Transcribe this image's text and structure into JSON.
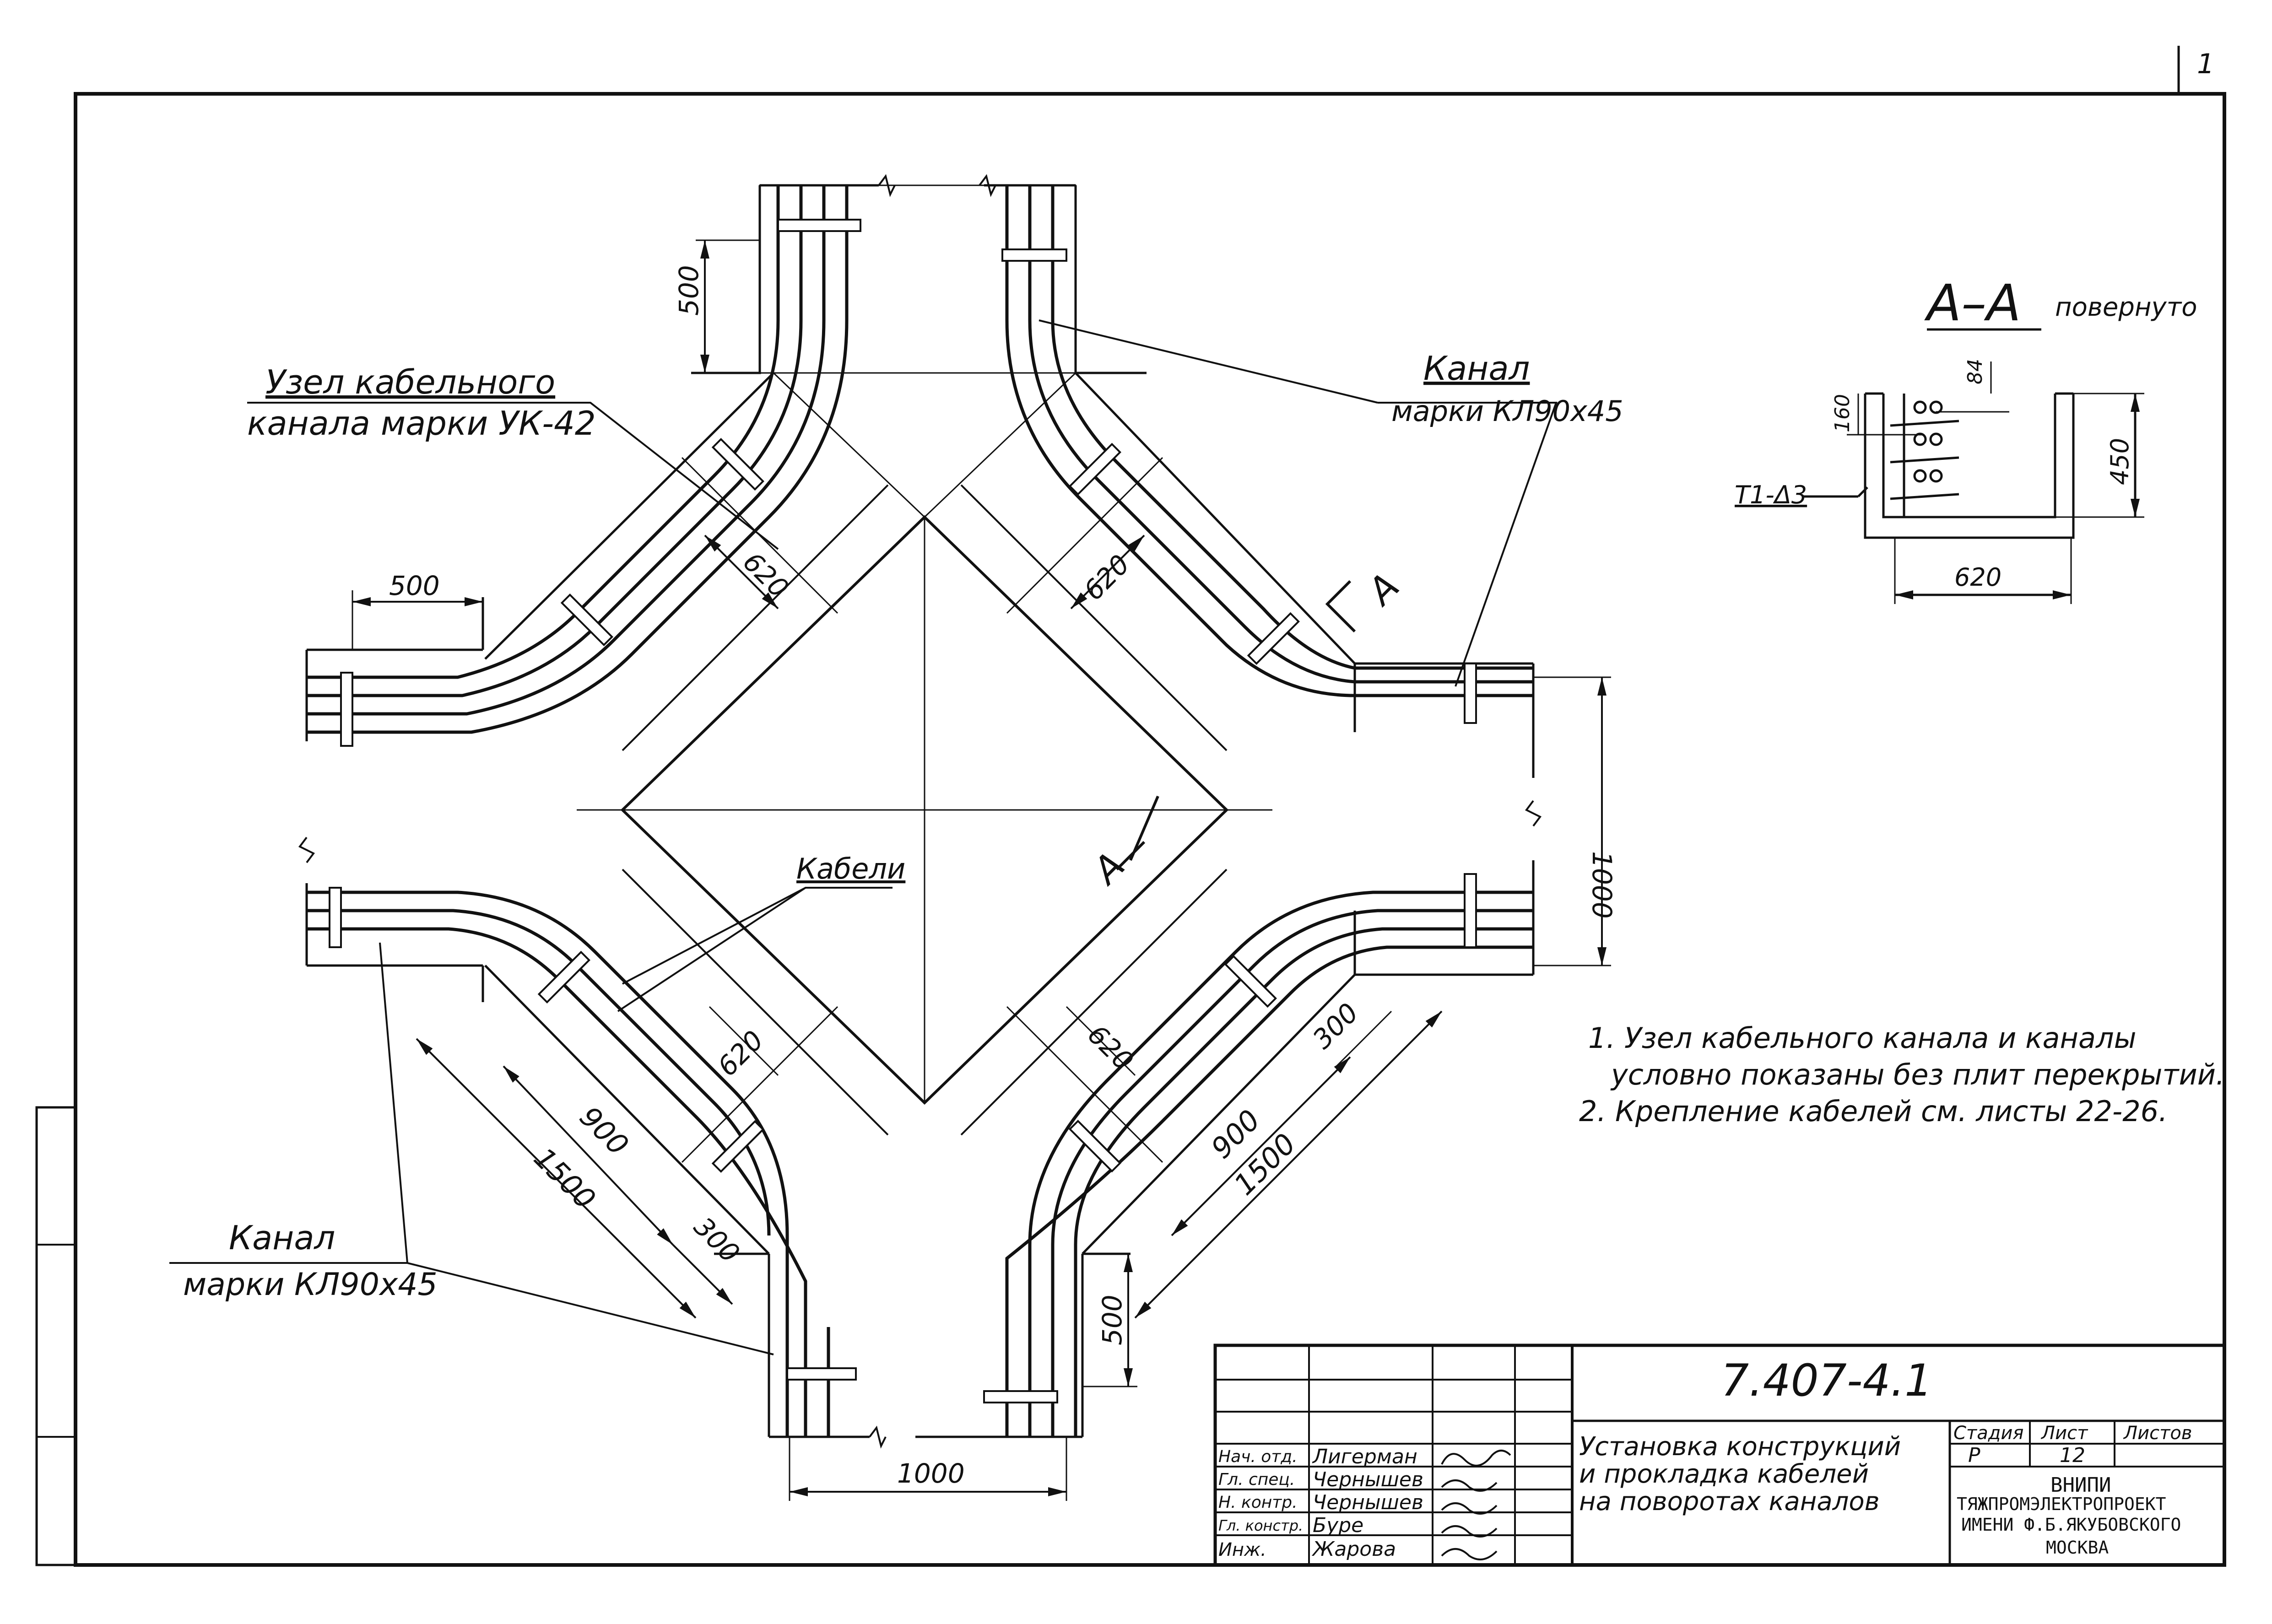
{
  "sheet_corner_number": "1",
  "labels": {
    "node_title_line1": "Узел кабельного",
    "node_title_line2": "канала марки УК-42",
    "channel_tr_line1": "Канал",
    "channel_tr_line2": "марки КЛ90х45",
    "channel_bl_line1": "Канал",
    "channel_bl_line2": "марки КЛ90х45",
    "cables": "Кабели",
    "section_mark": "А",
    "section_title": "А–А",
    "section_rotated": "повернуто"
  },
  "dimensions": {
    "top_500": "500",
    "left_500": "500",
    "right_1000": "1000",
    "bottom_1000": "1000",
    "bottom_500": "500",
    "diag_620_a": "620",
    "diag_620_b": "620",
    "diag_620_c": "620",
    "diag_620_d": "620",
    "bl_900": "900",
    "bl_1500": "1500",
    "bl_300": "300",
    "br_900": "900",
    "br_1500": "1500",
    "br_300": "300",
    "sec_84": "84",
    "sec_160": "160",
    "sec_450": "450",
    "sec_620": "620",
    "sec_mark": "Т1-Δ3"
  },
  "notes": [
    "1. Узел кабельного канала и каналы",
    "условно показаны без плит перекрытий.",
    "2. Крепление кабелей см. листы 22-26."
  ],
  "title_block": {
    "doc_number": "7.407-4.1",
    "title_line1": "Установка конструкций",
    "title_line2": "и прокладка кабелей",
    "title_line3": "на поворотах каналов",
    "stage_header": "Стадия",
    "sheet_header": "Лист",
    "sheets_header": "Листов",
    "stage_value": "Р",
    "sheet_value": "12",
    "sheets_value": "",
    "org_line1": "ВНИПИ",
    "org_line2": "ТЯЖПРОМЭЛЕКТРОПРОЕКТ",
    "org_line3": "ИМЕНИ Ф.Б.ЯКУБОВСКОГО",
    "org_line4": "МОСКВА",
    "roles": [
      {
        "role": "Нач. отд.",
        "name": "Лигерман"
      },
      {
        "role": "Гл. спец.",
        "name": "Чернышев"
      },
      {
        "role": "Н. контр.",
        "name": "Чернышев"
      },
      {
        "role": "Гл. констр.",
        "name": "Буре"
      },
      {
        "role": "Инж.",
        "name": "Жарова"
      }
    ]
  }
}
